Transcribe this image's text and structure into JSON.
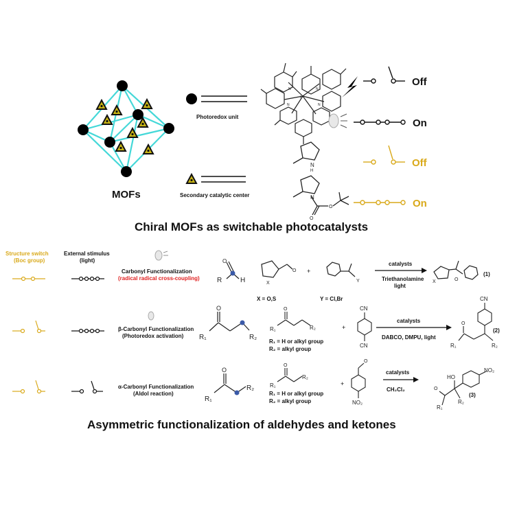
{
  "top": {
    "mof_label": "MOFs",
    "photoredox_label": "Photoredox unit",
    "secondary_label": "Secondary catalytic center",
    "states": [
      {
        "label": "Off",
        "color": "#111111"
      },
      {
        "label": "On",
        "color": "#111111"
      },
      {
        "label": "Off",
        "color": "#d9a91a"
      },
      {
        "label": "On",
        "color": "#d9a91a"
      }
    ],
    "heading": "Chiral MOFs as switchable photocatalysts"
  },
  "bottom": {
    "structure_switch_label": "Structure switch",
    "structure_switch_sub": "(Boc group)",
    "external_stimulus_label": "External stimulus",
    "external_stimulus_sub": "(light)",
    "row1": {
      "title": "Carbonyl Functionalization",
      "subtitle": "(radical radical cross-coupling)",
      "x_label": "X = O,S",
      "y_label": "Y = Cl,Br",
      "plus": "+",
      "catalyst": "catalysts",
      "conditions_line1": "Triethanolamine",
      "conditions_line2": "light",
      "number": "(1)"
    },
    "row2": {
      "title": "β-Carbonyl Functionalization",
      "subtitle": "(Photoredox  activation)",
      "r1_def": "R₁ = H or alkyl group",
      "r2_def": "R₂ = alkyl group",
      "plus": "+",
      "cn": "CN",
      "catalyst": "catalysts",
      "conditions": "DABCO, DMPU, light",
      "number": "(2)"
    },
    "row3": {
      "title": "α-Carbonyl Functionalization",
      "subtitle": "(Aldol reaction)",
      "r1_def": "R₁ = H or alkyl group",
      "r2_def": "R₂ = alkyl group",
      "plus": "+",
      "no2": "NO₂",
      "catalyst": "catalysts",
      "conditions": "CH₂Cl₂",
      "ho": "HO",
      "number": "(3)"
    },
    "heading": "Asymmetric functionalization of aldehydes and ketones"
  },
  "colors": {
    "accent_gold": "#d9a91a",
    "mof_edge": "#44d8d8",
    "triangle_fill": "#c8b414",
    "blue_atom": "#3b5aa8",
    "red_text": "#e02020"
  }
}
